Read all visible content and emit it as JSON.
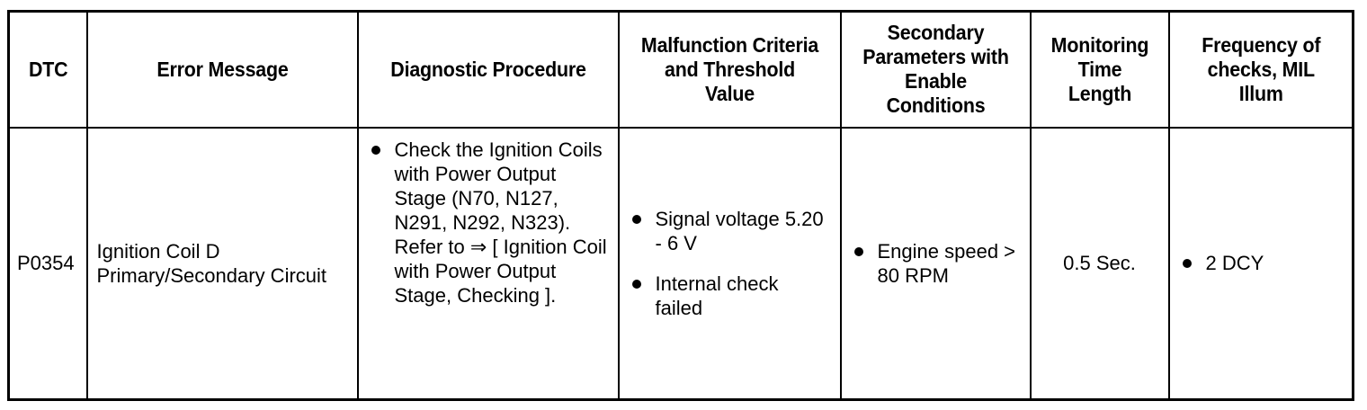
{
  "table": {
    "columns": [
      {
        "key": "dtc",
        "label": "DTC"
      },
      {
        "key": "error",
        "label": "Error Message"
      },
      {
        "key": "diag",
        "label": "Diagnostic Procedure"
      },
      {
        "key": "malf",
        "label": "Malfunction Criteria and Threshold Value"
      },
      {
        "key": "sec",
        "label": "Secondary Parameters with Enable Conditions"
      },
      {
        "key": "mon",
        "label": "Monitoring Time Length"
      },
      {
        "key": "freq",
        "label": "Frequency of checks, MIL Illum"
      }
    ],
    "header_lines": {
      "dtc": [
        "DTC"
      ],
      "error": [
        "Error Message"
      ],
      "diag": [
        "Diagnostic Procedure"
      ],
      "malf": [
        "Malfunction Criteria",
        "and Threshold",
        "Value"
      ],
      "sec": [
        "Secondary",
        "Parameters with",
        "Enable",
        "Conditions"
      ],
      "mon": [
        "Monitoring",
        "Time",
        "Length"
      ],
      "freq": [
        "Frequency of",
        "checks, MIL",
        "Illum"
      ]
    },
    "rows": [
      {
        "dtc": "P0354",
        "error": "Ignition Coil D Primary/Secondary Circuit",
        "diag_bullets": [
          "Check the Ignition Coils with Power Output Stage (N70, N127, N291, N292, N323). Refer to ⇒ [ Ignition Coil with Power Output Stage, Checking ]."
        ],
        "malf_bullets": [
          "Signal voltage 5.20 - 6 V",
          "Internal check failed"
        ],
        "sec_bullets": [
          "Engine speed > 80 RPM"
        ],
        "mon": "0.5 Sec.",
        "freq_bullets": [
          "2 DCY"
        ]
      }
    ]
  },
  "style": {
    "border_color": "#000000",
    "text_color": "#000000",
    "background": "#ffffff"
  }
}
